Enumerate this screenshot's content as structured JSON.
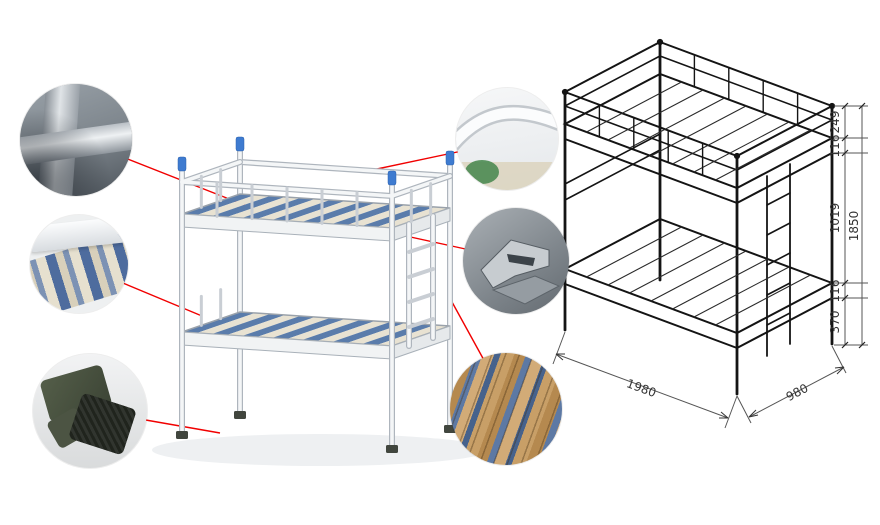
{
  "page": {
    "background": "#ffffff"
  },
  "colors": {
    "callout_line_red": "#f10000",
    "post_cap_blue": "#3e7bd0",
    "slat_blue": "#5a7cab",
    "slat_cream": "#e8e2d2",
    "wood_tan": "#c89f67",
    "frame_gray": "#aeb5bd",
    "drawing_ink": "#141414",
    "dimension_text": "#333333"
  },
  "callouts": [
    {
      "name": "tube-joint-detail"
    },
    {
      "name": "bed-corner-slats-detail"
    },
    {
      "name": "anti-slip-feet-detail"
    },
    {
      "name": "guardrail-tube-detail"
    },
    {
      "name": "connector-bracket-detail"
    },
    {
      "name": "wooden-slats-detail"
    }
  ],
  "drawing": {
    "dims": {
      "top_section": "249",
      "upper_frame": "116",
      "between_bunks": "1019",
      "overall_height": "1850",
      "lower_frame": "116",
      "under_bed": "370",
      "length": "1980",
      "width": "980"
    }
  }
}
